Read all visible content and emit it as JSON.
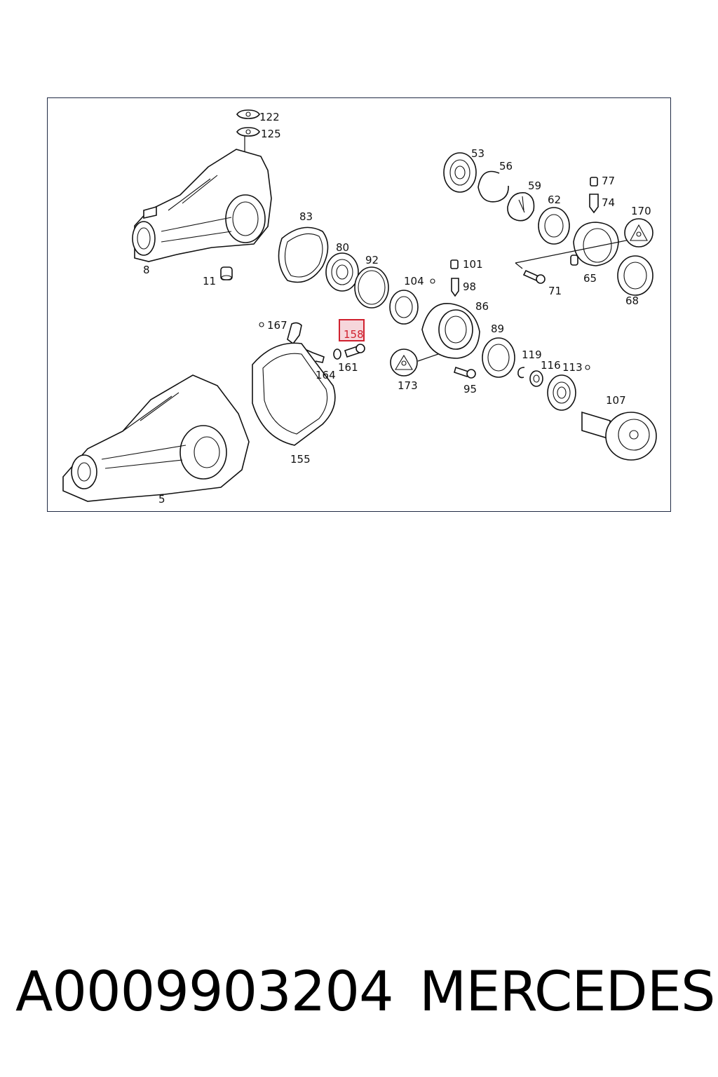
{
  "diagram": {
    "labels": {
      "l122": "122",
      "l125": "125",
      "l8": "8",
      "l11": "11",
      "l83": "83",
      "l80": "80",
      "l92": "92",
      "l53": "53",
      "l56": "56",
      "l59": "59",
      "l62": "62",
      "l77": "77",
      "l74": "74",
      "l170": "170",
      "l65": "65",
      "l71": "71",
      "l68": "68",
      "l101": "101",
      "l104": "104",
      "l98": "98",
      "l86": "86",
      "l167": "167",
      "l158": "158",
      "l161": "161",
      "l164": "164",
      "l89": "89",
      "l173": "173",
      "l95": "95",
      "l119": "119",
      "l116": "116",
      "l113": "113",
      "l107": "107",
      "l155": "155",
      "l5": "5"
    },
    "highlighted_part": "158",
    "highlight_color": "#d0212f"
  },
  "footer": {
    "part_number": "A0009903204",
    "brand": "MERCEDES"
  }
}
